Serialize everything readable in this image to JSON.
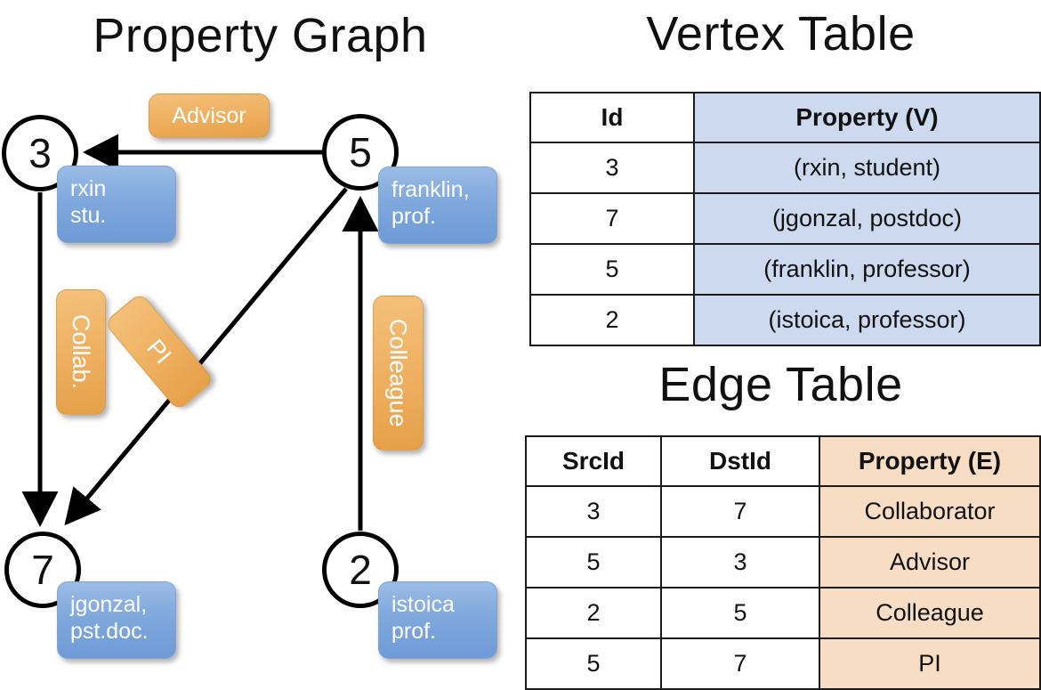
{
  "titles": {
    "graph": "Property Graph",
    "vertex_table": "Vertex Table",
    "edge_table": "Edge Table"
  },
  "graph": {
    "nodes": [
      {
        "id": "3",
        "property_line1": "rxin",
        "property_line2": "stu."
      },
      {
        "id": "5",
        "property_line1": "franklin,",
        "property_line2": "prof."
      },
      {
        "id": "7",
        "property_line1": "jgonzal,",
        "property_line2": "pst.doc."
      },
      {
        "id": "2",
        "property_line1": "istoica",
        "property_line2": "prof."
      }
    ],
    "edge_labels": {
      "advisor": "Advisor",
      "collab": "Collab.",
      "pi": "PI",
      "colleague": "Colleague"
    }
  },
  "vertex_table": {
    "columns": [
      "Id",
      "Property (V)"
    ],
    "rows": [
      {
        "id": "3",
        "property": "(rxin, student)"
      },
      {
        "id": "7",
        "property": "(jgonzal, postdoc)"
      },
      {
        "id": "5",
        "property": "(franklin, professor)"
      },
      {
        "id": "2",
        "property": "(istoica, professor)"
      }
    ]
  },
  "edge_table": {
    "columns": [
      "SrcId",
      "DstId",
      "Property (E)"
    ],
    "rows": [
      {
        "src": "3",
        "dst": "7",
        "property": "Collaborator"
      },
      {
        "src": "5",
        "dst": "3",
        "property": "Advisor"
      },
      {
        "src": "2",
        "dst": "5",
        "property": "Colleague"
      },
      {
        "src": "5",
        "dst": "7",
        "property": "PI"
      }
    ]
  },
  "colors": {
    "vertex_property_fill": "#ccd9ee",
    "edge_property_fill": "#f6ddc3",
    "node_box_blue": "#7fa8dd",
    "edge_box_orange": "#eeaf5e"
  }
}
